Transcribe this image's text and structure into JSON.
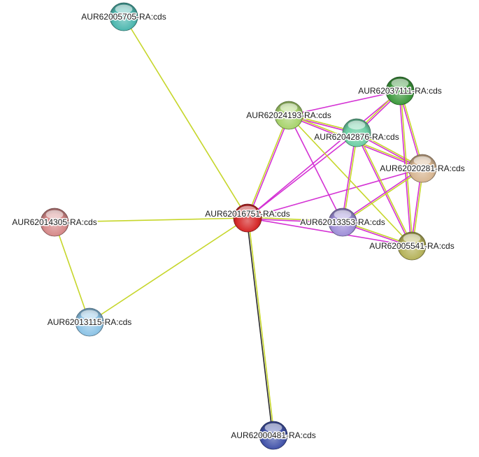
{
  "nodes": [
    {
      "id": "n1",
      "label": "AUR62005705-RA:cds",
      "color": "#4fb8b0"
    },
    {
      "id": "n2",
      "label": "AUR62024193-RA:cds",
      "color": "#a9d46e"
    },
    {
      "id": "n3",
      "label": "AUR62037111-RA:cds",
      "color": "#3f9a3f"
    },
    {
      "id": "n4",
      "label": "AUR62042876-RA:cds",
      "color": "#6fd0a6"
    },
    {
      "id": "n5",
      "label": "AUR62020281-RA:cds",
      "color": "#d8b793"
    },
    {
      "id": "n6",
      "label": "AUR62014305-RA:cds",
      "color": "#d68a8a"
    },
    {
      "id": "n7",
      "label": "AUR62016751-RA:cds",
      "color": "#d62a2a"
    },
    {
      "id": "n8",
      "label": "AUR62013353-RA:cds",
      "color": "#9f8fd8"
    },
    {
      "id": "n9",
      "label": "AUR62005541-RA:cds",
      "color": "#b6b35c"
    },
    {
      "id": "n10",
      "label": "AUR62013115-RA:cds",
      "color": "#8ec4e6"
    },
    {
      "id": "n11",
      "label": "AUR62000481-RA:cds",
      "color": "#4455aa"
    }
  ],
  "edge_colors": {
    "text_mining": "#c6d62a",
    "experimental": "#d432d4",
    "coexpression": "#2b2b2b"
  },
  "edges": [
    {
      "source": "n1",
      "target": "n7",
      "types": [
        "text_mining"
      ]
    },
    {
      "source": "n6",
      "target": "n7",
      "types": [
        "text_mining"
      ]
    },
    {
      "source": "n6",
      "target": "n10",
      "types": [
        "text_mining"
      ]
    },
    {
      "source": "n10",
      "target": "n7",
      "types": [
        "text_mining"
      ]
    },
    {
      "source": "n7",
      "target": "n11",
      "types": [
        "text_mining",
        "coexpression"
      ]
    },
    {
      "source": "n7",
      "target": "n2",
      "types": [
        "text_mining",
        "experimental"
      ]
    },
    {
      "source": "n7",
      "target": "n4",
      "types": [
        "experimental"
      ]
    },
    {
      "source": "n7",
      "target": "n3",
      "types": [
        "experimental"
      ]
    },
    {
      "source": "n7",
      "target": "n5",
      "types": [
        "experimental"
      ]
    },
    {
      "source": "n7",
      "target": "n8",
      "types": [
        "text_mining",
        "experimental"
      ]
    },
    {
      "source": "n7",
      "target": "n9",
      "types": [
        "experimental"
      ]
    },
    {
      "source": "n2",
      "target": "n4",
      "types": [
        "text_mining",
        "experimental"
      ]
    },
    {
      "source": "n2",
      "target": "n3",
      "types": [
        "experimental"
      ]
    },
    {
      "source": "n2",
      "target": "n5",
      "types": [
        "text_mining",
        "experimental"
      ]
    },
    {
      "source": "n2",
      "target": "n8",
      "types": [
        "experimental"
      ]
    },
    {
      "source": "n2",
      "target": "n9",
      "types": [
        "text_mining"
      ]
    },
    {
      "source": "n4",
      "target": "n3",
      "types": [
        "text_mining",
        "experimental"
      ]
    },
    {
      "source": "n4",
      "target": "n5",
      "types": [
        "text_mining",
        "experimental"
      ]
    },
    {
      "source": "n4",
      "target": "n8",
      "types": [
        "text_mining",
        "experimental"
      ]
    },
    {
      "source": "n4",
      "target": "n9",
      "types": [
        "text_mining",
        "experimental"
      ]
    },
    {
      "source": "n3",
      "target": "n5",
      "types": [
        "text_mining",
        "experimental"
      ]
    },
    {
      "source": "n3",
      "target": "n9",
      "types": [
        "text_mining",
        "experimental"
      ]
    },
    {
      "source": "n5",
      "target": "n8",
      "types": [
        "text_mining",
        "experimental"
      ]
    },
    {
      "source": "n5",
      "target": "n9",
      "types": [
        "text_mining",
        "experimental"
      ]
    },
    {
      "source": "n8",
      "target": "n9",
      "types": [
        "text_mining",
        "experimental"
      ]
    }
  ]
}
